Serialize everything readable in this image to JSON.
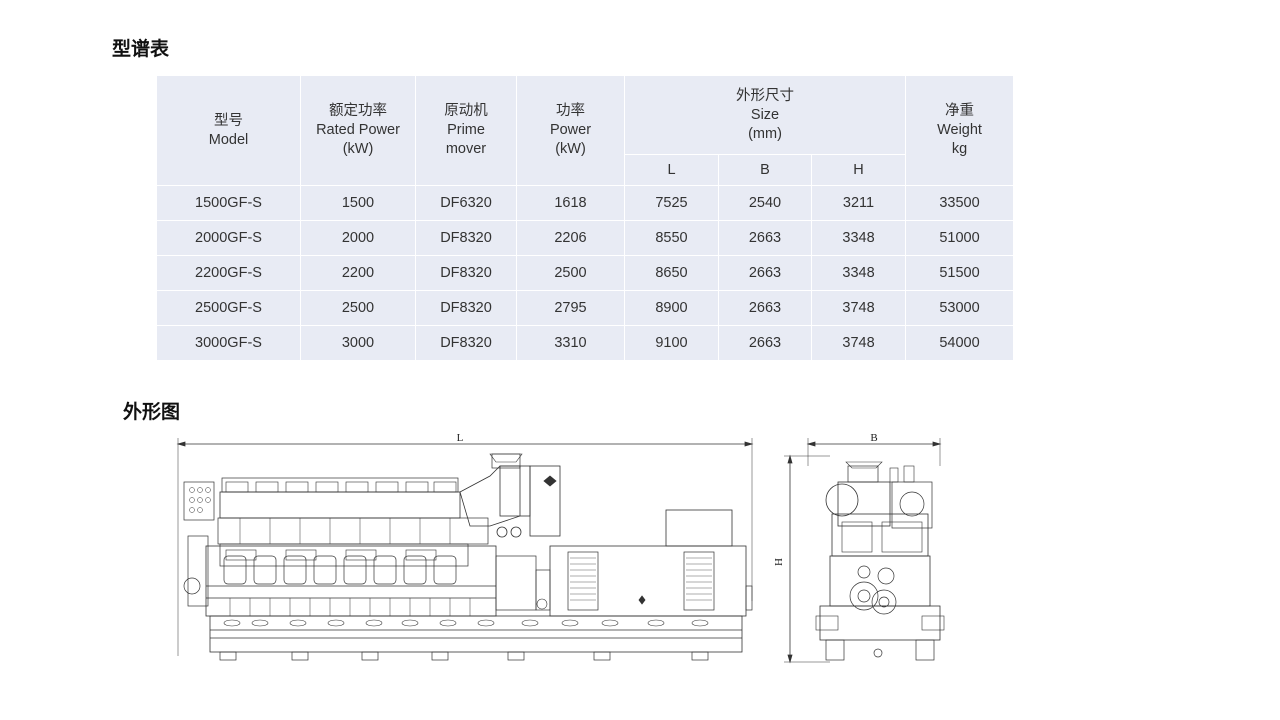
{
  "sections": {
    "table_title": "型谱表",
    "drawing_title": "外形图"
  },
  "table": {
    "headers": {
      "model": [
        "型号",
        "Model"
      ],
      "rated_power": [
        "额定功率",
        "Rated Power",
        "(kW)"
      ],
      "prime_mover": [
        "原动机",
        "Prime",
        "mover"
      ],
      "power": [
        "功率",
        "Power",
        "(kW)"
      ],
      "size": [
        "外形尺寸",
        "Size",
        "(mm)"
      ],
      "size_sub": [
        "L",
        "B",
        "H"
      ],
      "weight": [
        "净重",
        "Weight",
        "kg"
      ]
    },
    "rows": [
      [
        "1500GF-S",
        "1500",
        "DF6320",
        "1618",
        "7525",
        "2540",
        "3211",
        "33500"
      ],
      [
        "2000GF-S",
        "2000",
        "DF8320",
        "2206",
        "8550",
        "2663",
        "3348",
        "51000"
      ],
      [
        "2200GF-S",
        "2200",
        "DF8320",
        "2500",
        "8650",
        "2663",
        "3348",
        "51500"
      ],
      [
        "2500GF-S",
        "2500",
        "DF8320",
        "2795",
        "8900",
        "2663",
        "3748",
        "53000"
      ],
      [
        "3000GF-S",
        "3000",
        "DF8320",
        "3310",
        "9100",
        "2663",
        "3748",
        "54000"
      ]
    ]
  },
  "drawing": {
    "dim_length": "L",
    "dim_width": "B",
    "dim_height": "H"
  }
}
